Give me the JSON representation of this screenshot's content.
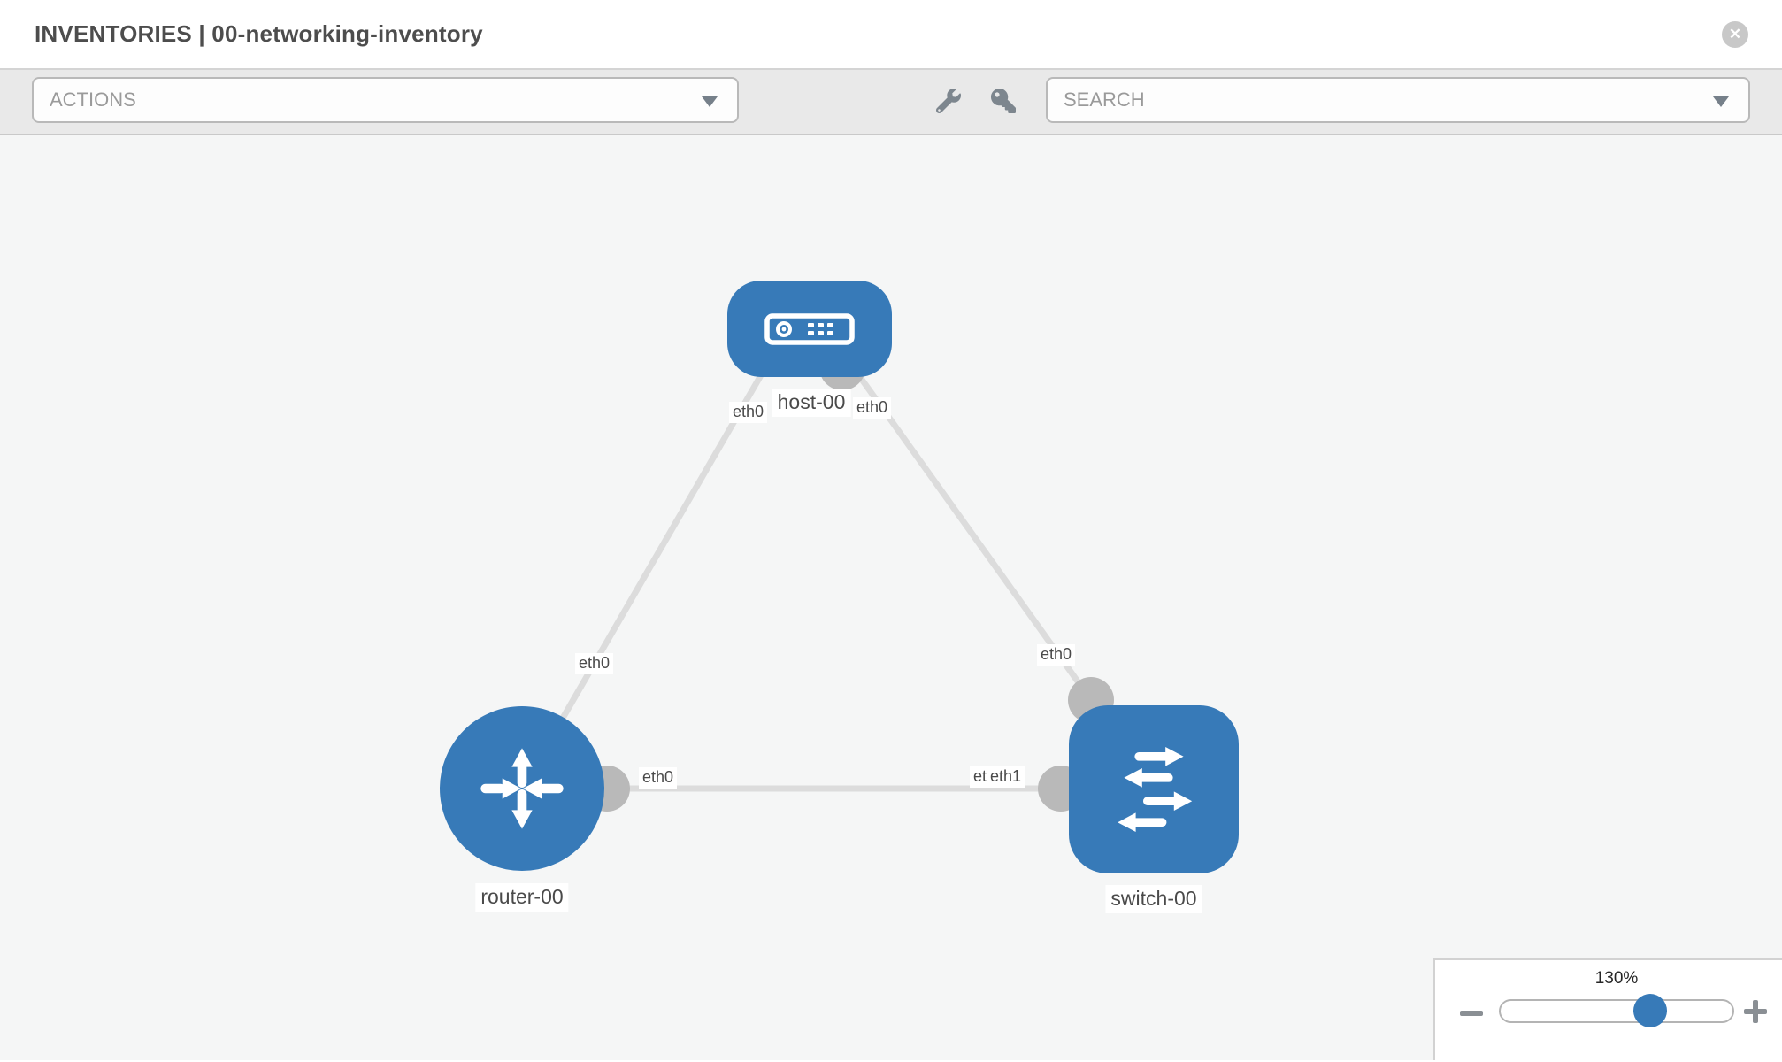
{
  "header": {
    "title": "INVENTORIES | 00-networking-inventory",
    "close_label": "✕"
  },
  "toolbar": {
    "actions_label": "ACTIONS",
    "search_placeholder": "SEARCH",
    "icons": [
      "wrench-icon",
      "key-icon"
    ]
  },
  "topology": {
    "nodes": [
      {
        "id": "host-00",
        "type": "host",
        "label": "host-00"
      },
      {
        "id": "router-00",
        "type": "router",
        "label": "router-00"
      },
      {
        "id": "switch-00",
        "type": "switch",
        "label": "switch-00"
      }
    ],
    "links": [
      {
        "a": "host-00",
        "b": "router-00",
        "a_label": "eth0",
        "b_label": "eth0"
      },
      {
        "a": "host-00",
        "b": "switch-00",
        "a_label": "eth0",
        "b_label": "eth0"
      },
      {
        "a": "router-00",
        "b": "switch-00",
        "a_label": "eth0",
        "b_label": "eth1",
        "b_label_overlapped": "eth0"
      }
    ]
  },
  "zoom_control": {
    "level": "130%"
  },
  "colors": {
    "node_blue": "#377ab8",
    "link_gray": "#dcdcdc",
    "connector_gray": "#b9b9b9",
    "canvas_bg": "#f5f6f6",
    "toolbar_bg": "#e9e9e9"
  }
}
